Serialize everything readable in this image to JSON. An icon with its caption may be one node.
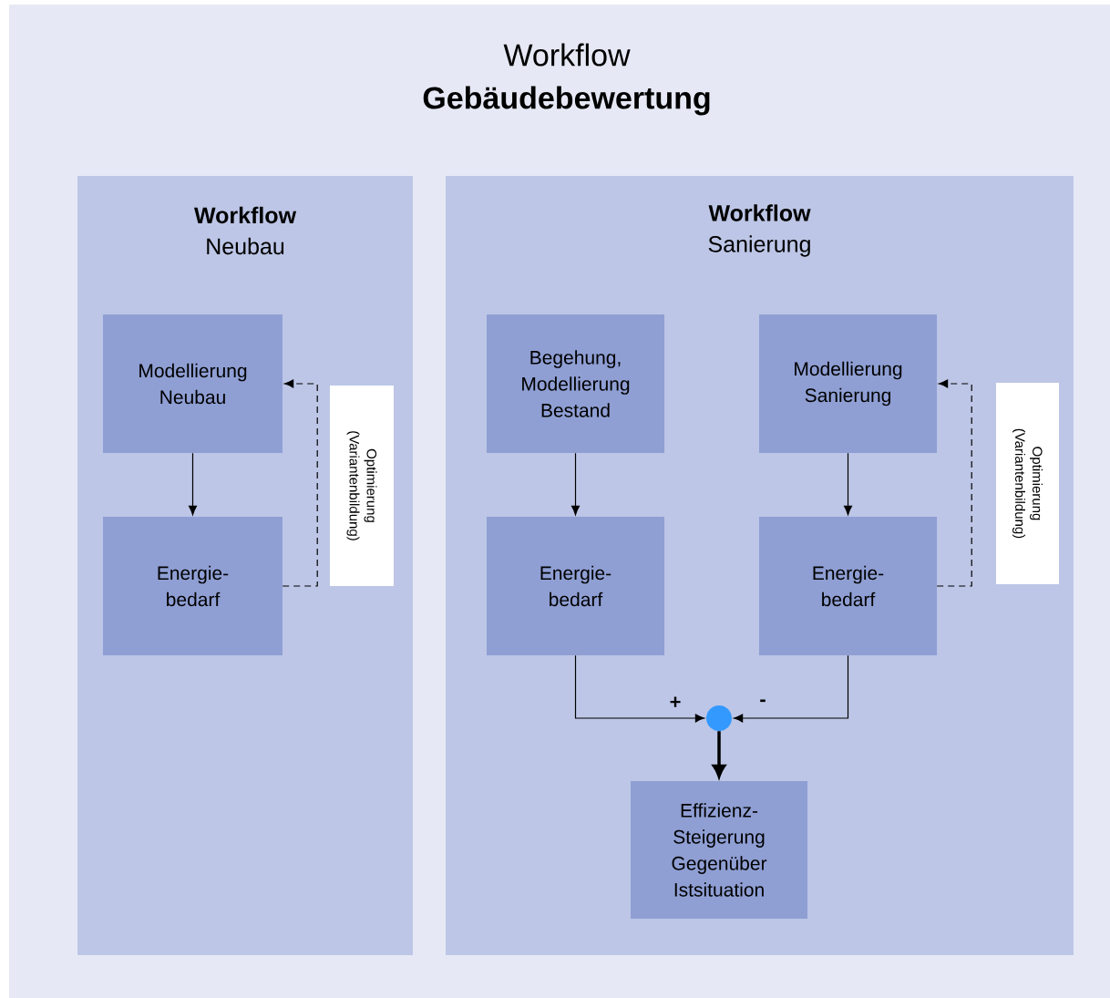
{
  "diagram": {
    "title": "Workflow **Gebäudebewertung**",
    "nodes": [
      {
        "text": [
          "Workflow",
          "Neubau"
        ]
      },
      {
        "text": [
          "Modellierung Neubau"
        ],
        "in": 0
      },
      {
        "text": [
          "Energie- bedarf"
        ],
        "in": 0
      },
      {
        "text": [
          "Optimierung (Variantenbildung)"
        ],
        "in": 0
      },
      {
        "text": [
          "Workflow",
          "Sanierung"
        ]
      },
      {
        "text": [
          "Begehung, Modellierung Bestand"
        ],
        "in": 4
      },
      {
        "text": [
          "Modellierung Sanierung"
        ],
        "in": 4
      },
      {
        "text": [
          "Energie- bedarf"
        ],
        "in": 4
      },
      {
        "text": [
          "Energie- bedarf"
        ],
        "in": 4
      },
      {
        "text": [
          "Optimierung (Variantenbildung)"
        ],
        "in": 4
      },
      {
        "text": [],
        "shape": "circle",
        "in": 4
      },
      {
        "text": [
          "Effizienz- Steigerung Gegenüber Istsituation"
        ],
        "in": 4
      }
    ],
    "edges": [
      {
        "from": 1,
        "to": 2,
        "arrow": "to"
      },
      {
        "from": 2,
        "to": 1,
        "arrow": "to",
        "style": "dashed"
      },
      {
        "from": 5,
        "to": 7,
        "arrow": "to"
      },
      {
        "from": 6,
        "to": 8,
        "arrow": "to"
      },
      {
        "from": 8,
        "to": 6,
        "arrow": "to",
        "style": "dashed"
      },
      {
        "from": 7,
        "to": 10,
        "arrow": "to",
        "label": "+"
      },
      {
        "from": 8,
        "to": 10,
        "arrow": "to",
        "label": "-"
      },
      {
        "from": 10,
        "to": 11,
        "arrow": "to",
        "style": "thick"
      }
    ]
  }
}
